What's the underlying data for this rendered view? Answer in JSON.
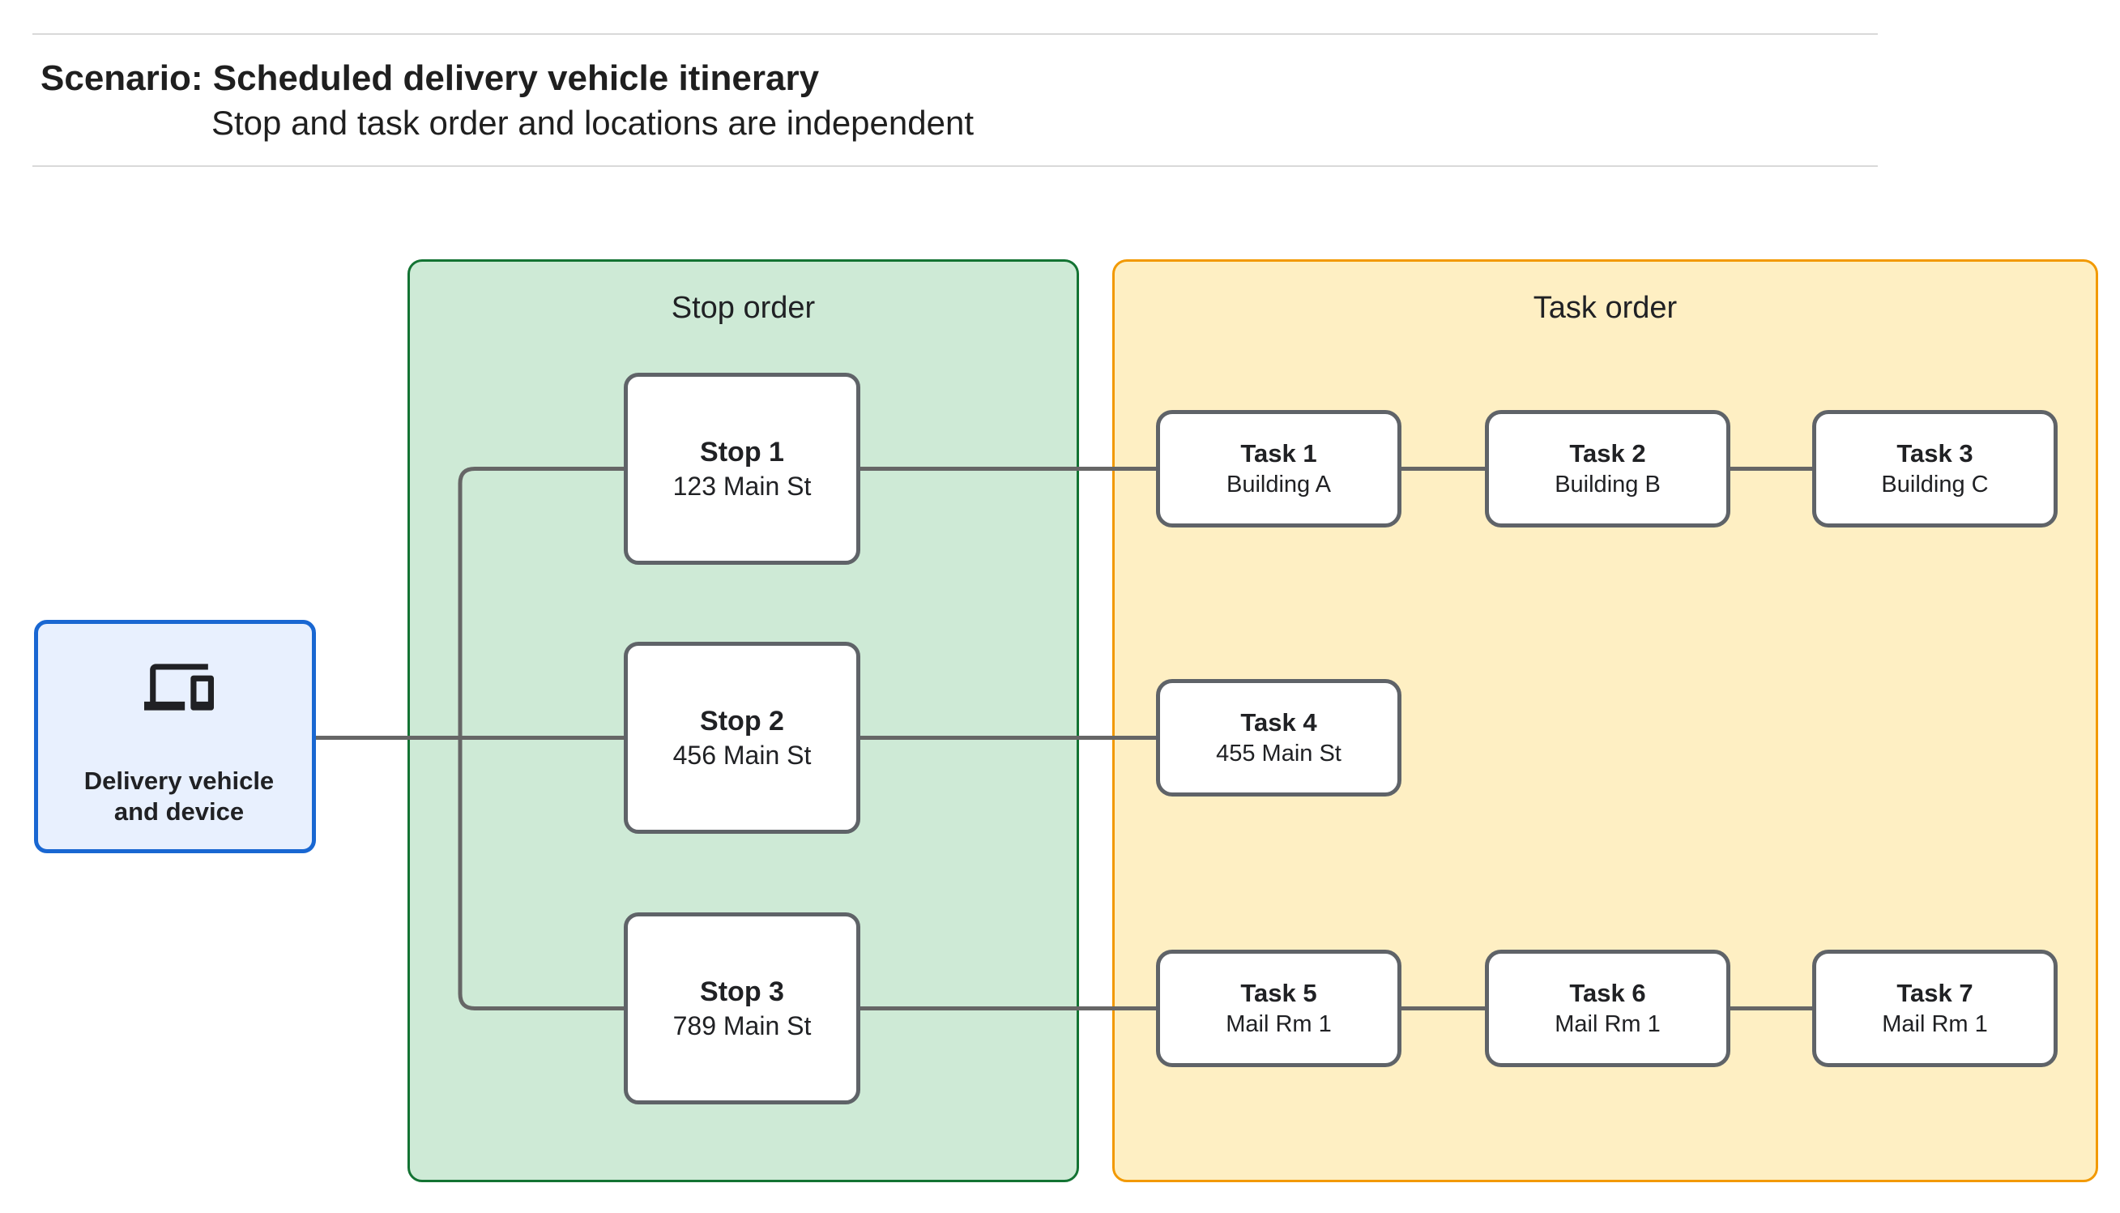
{
  "header": {
    "title": "Scenario: Scheduled delivery vehicle itinerary",
    "subtitle": "Stop and task order and locations are independent"
  },
  "vehicle": {
    "label": "Delivery vehicle and device",
    "icon": "devices-icon"
  },
  "stop_panel": {
    "title": "Stop order",
    "stops": [
      {
        "name": "Stop 1",
        "location": "123 Main St"
      },
      {
        "name": "Stop 2",
        "location": "456 Main St"
      },
      {
        "name": "Stop 3",
        "location": "789 Main St"
      }
    ]
  },
  "task_panel": {
    "title": "Task order",
    "rows": [
      [
        {
          "name": "Task 1",
          "location": "Building A"
        },
        {
          "name": "Task 2",
          "location": "Building B"
        },
        {
          "name": "Task 3",
          "location": "Building C"
        }
      ],
      [
        {
          "name": "Task 4",
          "location": "455 Main St"
        }
      ],
      [
        {
          "name": "Task 5",
          "location": "Mail Rm 1"
        },
        {
          "name": "Task 6",
          "location": "Mail Rm 1"
        },
        {
          "name": "Task 7",
          "location": "Mail Rm 1"
        }
      ]
    ]
  },
  "colors": {
    "vehicle_fill": "#e8f0fe",
    "vehicle_border": "#1967d2",
    "stop_panel_fill": "#ceead6",
    "stop_panel_border": "#137333",
    "task_panel_fill": "#feefc3",
    "task_panel_border": "#f29900",
    "node_border": "#5f6368",
    "connector": "#666666",
    "divider": "#d9d9d9",
    "text": "#202124"
  }
}
